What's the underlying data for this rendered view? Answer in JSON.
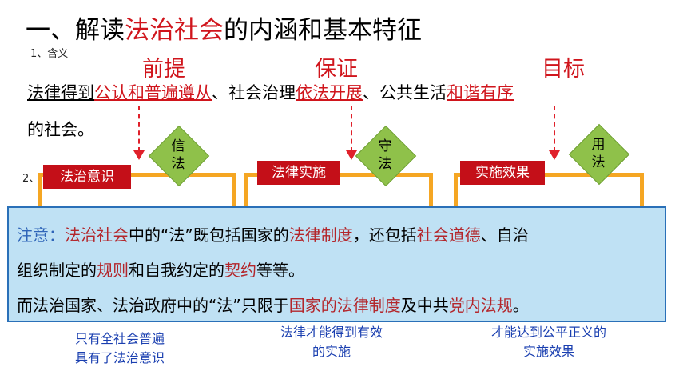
{
  "title": {
    "part1": "一、解读",
    "part2": "法治社会",
    "part3": "的内涵和基本特征"
  },
  "section1_label": "1、含义",
  "section2_label": "2、",
  "headings": {
    "premise": "前提",
    "guarantee": "保证",
    "goal": "目标"
  },
  "definition": {
    "p1": "法律得到",
    "p2": "公认和普遍遵从",
    "p3": "、社会治理",
    "p4": "依法开展",
    "p5": "、公共生活",
    "p6": "和谐有序",
    "line2": "的社会。"
  },
  "boxes": [
    {
      "label": "法治意识",
      "diamond": [
        "信",
        "法"
      ]
    },
    {
      "label": "法律实施",
      "diamond": [
        "守",
        "法"
      ]
    },
    {
      "label": "实施效果",
      "diamond": [
        "用",
        "法"
      ]
    }
  ],
  "note": {
    "prefix": "注意：",
    "l1a": "法治社会",
    "l1b": "中的“法”既包括国家的",
    "l1c": "法律制度",
    "l1d": "，还包括",
    "l1e": "社会道德",
    "l1f": "、自治",
    "l2a": "组织制定的",
    "l2b": "规则",
    "l2c": "和自我约定的",
    "l2d": "契约",
    "l2e": "等等。",
    "l3a": "而法治国家、法治政府中的“法”只限于",
    "l3b": "国家的法律制度",
    "l3c": "及中共",
    "l3d": "党内法规",
    "l3e": "。"
  },
  "bottom": [
    {
      "l1": "只有全社会普遍",
      "l2": "具有了法治意识"
    },
    {
      "l1": "法律才能得到有效",
      "l2": "的实施"
    },
    {
      "l1": "才能达到公平正义的",
      "l2": "实施效果"
    }
  ]
}
